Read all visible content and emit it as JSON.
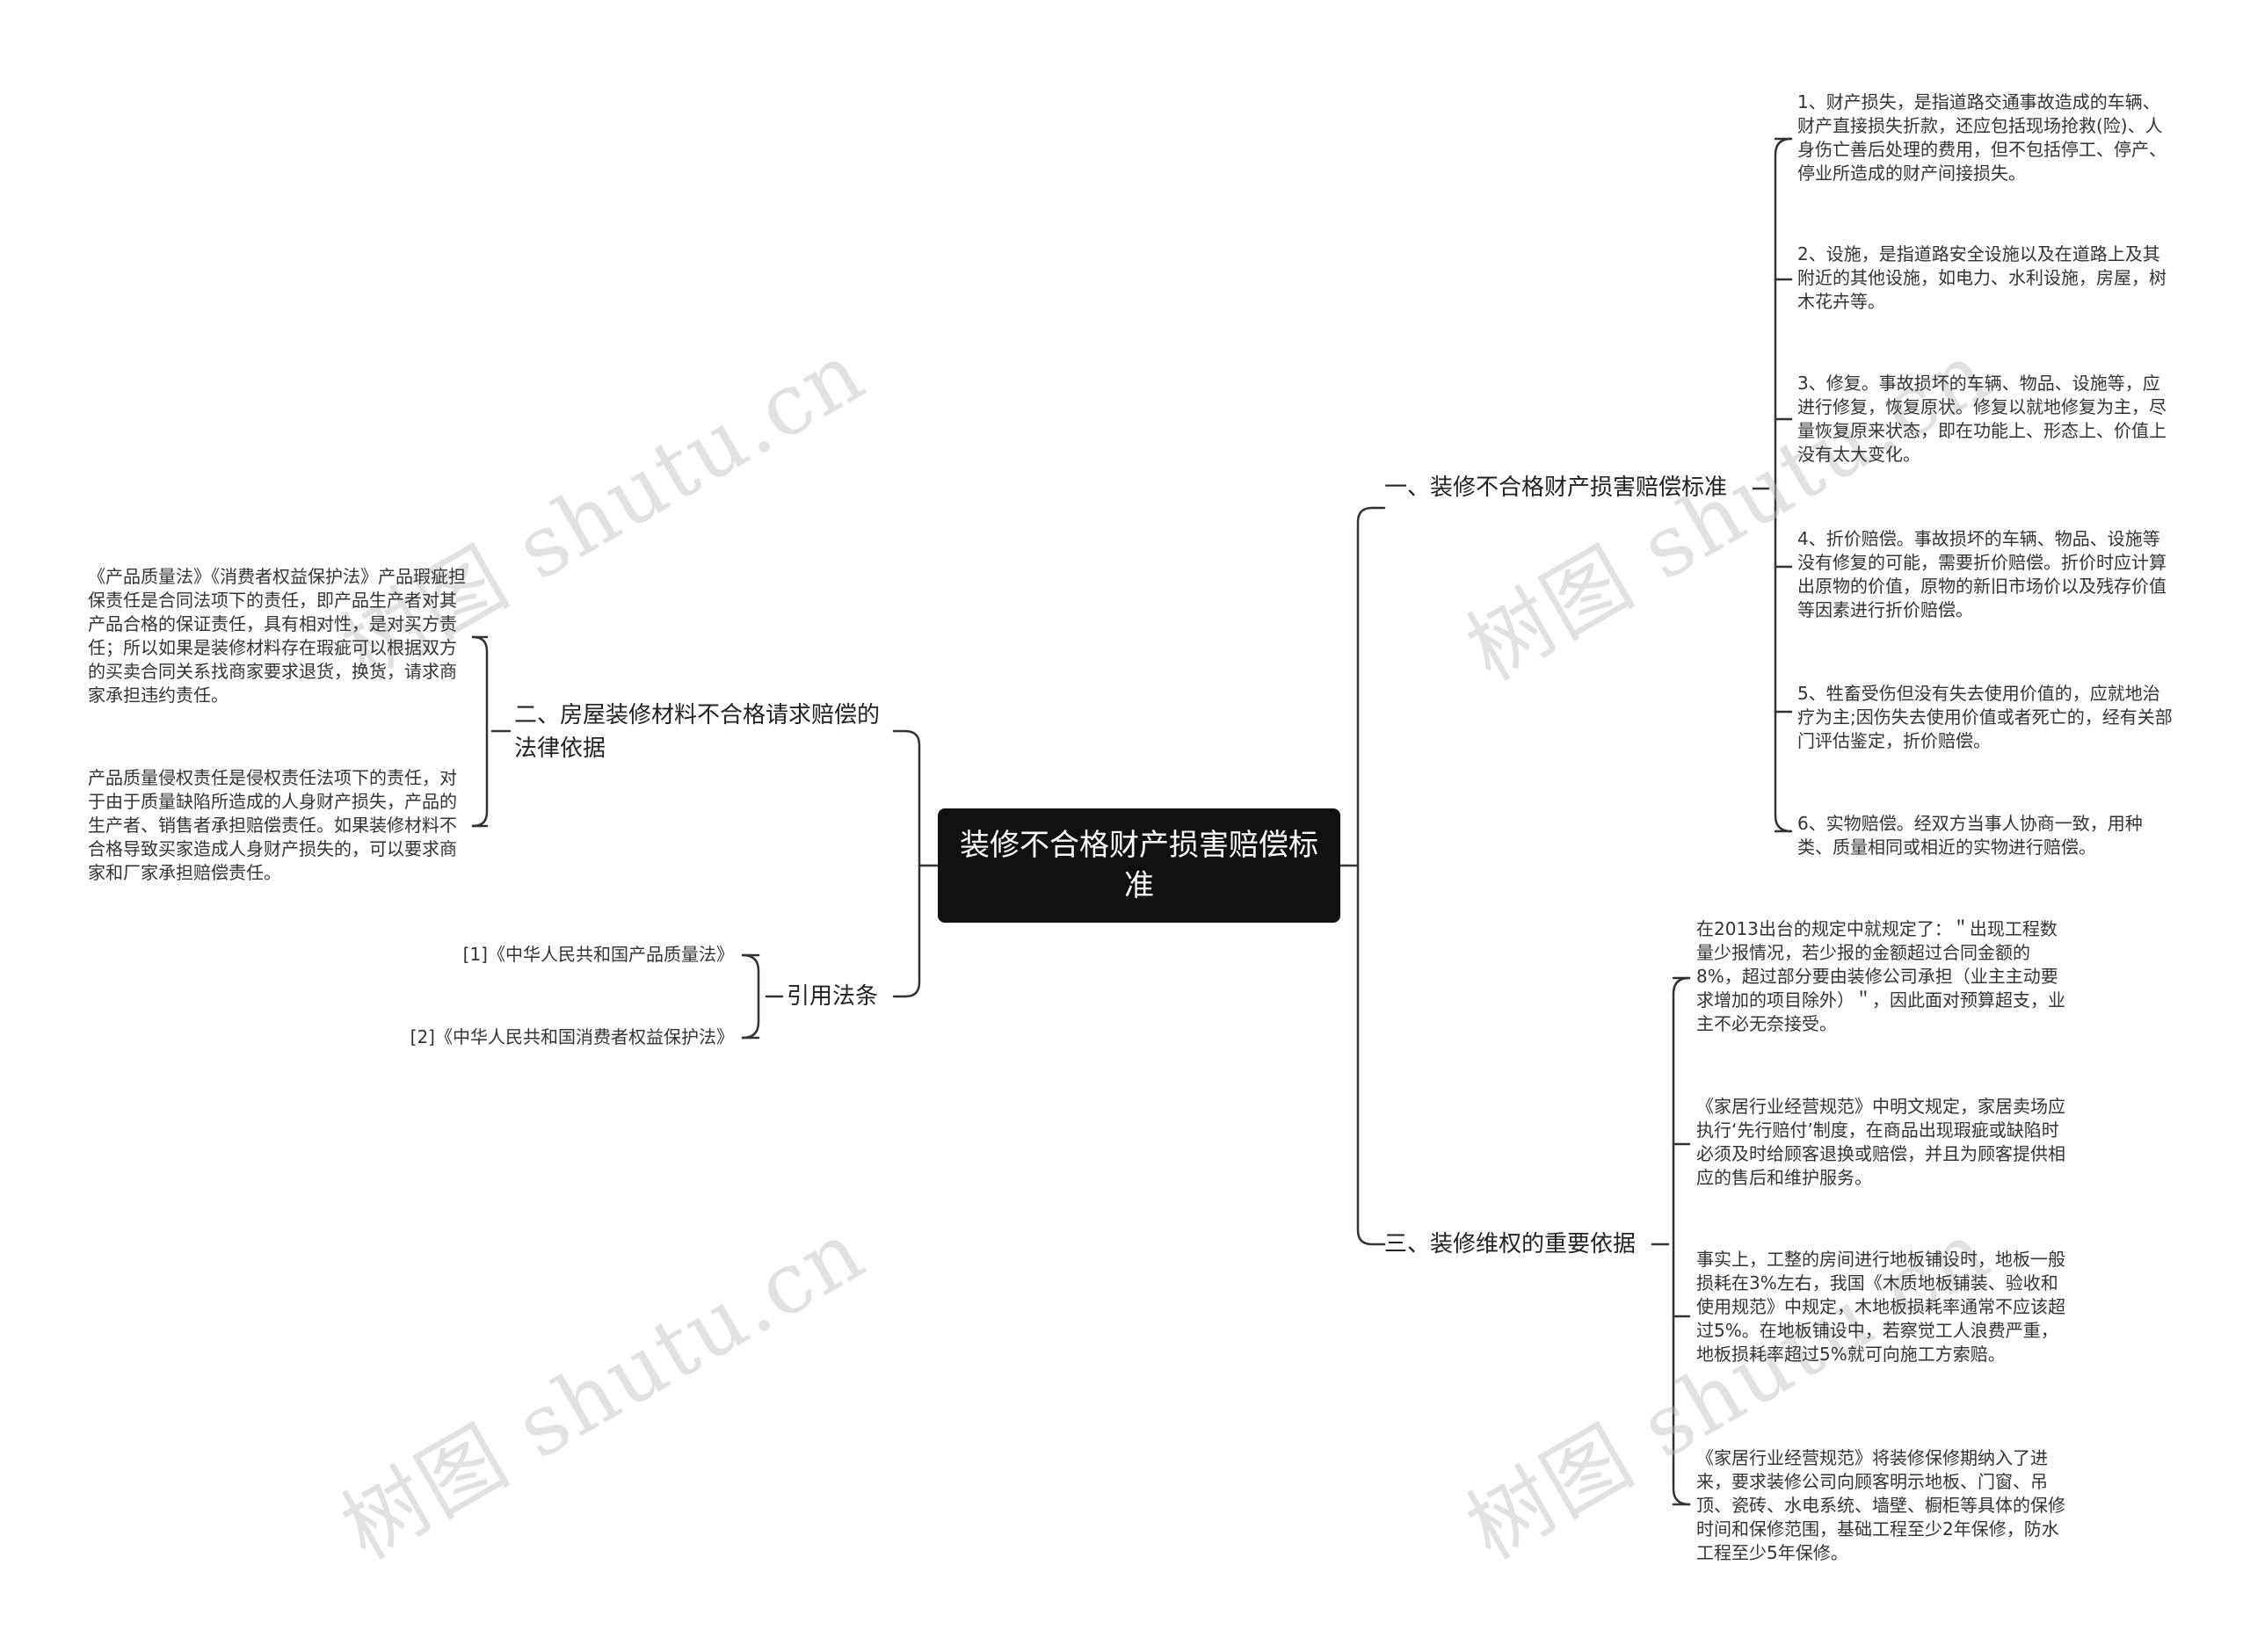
{
  "root": {
    "label": "装修不合格财产损害赔偿标准"
  },
  "watermark": "树图 shutu.cn",
  "right_branches": [
    {
      "label": "一、装修不合格财产损害赔偿标准",
      "children": [
        "1、财产损失，是指道路交通事故造成的车辆、财产直接损失折款，还应包括现场抢救(险)、人身伤亡善后处理的费用，但不包括停工、停产、停业所造成的财产间接损失。",
        "2、设施，是指道路安全设施以及在道路上及其附近的其他设施，如电力、水利设施，房屋，树木花卉等。",
        "3、修复。事故损坏的车辆、物品、设施等，应进行修复，恢复原状。修复以就地修复为主，尽量恢复原来状态，即在功能上、形态上、价值上没有太大变化。",
        "4、折价赔偿。事故损坏的车辆、物品、设施等没有修复的可能，需要折价赔偿。折价时应计算出原物的价值，原物的新旧市场价以及残存价值等因素进行折价赔偿。",
        "5、牲畜受伤但没有失去使用价值的，应就地治疗为主;因伤失去使用价值或者死亡的，经有关部门评估鉴定，折价赔偿。",
        "6、实物赔偿。经双方当事人协商一致，用种类、质量相同或相近的实物进行赔偿。"
      ]
    },
    {
      "label": "三、装修维权的重要依据",
      "children": [
        "在2013出台的规定中就规定了：＂出现工程数量少报情况，若少报的金额超过合同金额的8%，超过部分要由装修公司承担（业主主动要求增加的项目除外）＂，因此面对预算超支，业主不必无奈接受。",
        "《家居行业经营规范》中明文规定，家居卖场应执行‘先行赔付’制度，在商品出现瑕疵或缺陷时必须及时给顾客退换或赔偿，并且为顾客提供相应的售后和维护服务。",
        "事实上，工整的房间进行地板铺设时，地板一般损耗在3%左右，我国《木质地板铺装、验收和使用规范》中规定，木地板损耗率通常不应该超过5%。在地板铺设中，若察觉工人浪费严重，地板损耗率超过5%就可向施工方索赔。",
        "《家居行业经营规范》将装修保修期纳入了进来，要求装修公司向顾客明示地板、门窗、吊顶、瓷砖、水电系统、墙壁、橱柜等具体的保修时间和保修范围，基础工程至少2年保修，防水工程至少5年保修。"
      ]
    }
  ],
  "left_branches": [
    {
      "label": "二、房屋装修材料不合格请求赔偿的法律依据",
      "children": [
        "《产品质量法》《消费者权益保护法》产品瑕疵担保责任是合同法项下的责任，即产品生产者对其产品合格的保证责任，具有相对性，是对买方责任；所以如果是装修材料存在瑕疵可以根据双方的买卖合同关系找商家要求退货，换货，请求商家承担违约责任。",
        "产品质量侵权责任是侵权责任法项下的责任，对于由于质量缺陷所造成的人身财产损失，产品的生产者、销售者承担赔偿责任。如果装修材料不合格导致买家造成人身财产损失的，可以要求商家和厂家承担赔偿责任。"
      ]
    },
    {
      "label": "引用法条",
      "children": [
        "[1]《中华人民共和国产品质量法》",
        "[2]《中华人民共和国消费者权益保护法》"
      ]
    }
  ]
}
